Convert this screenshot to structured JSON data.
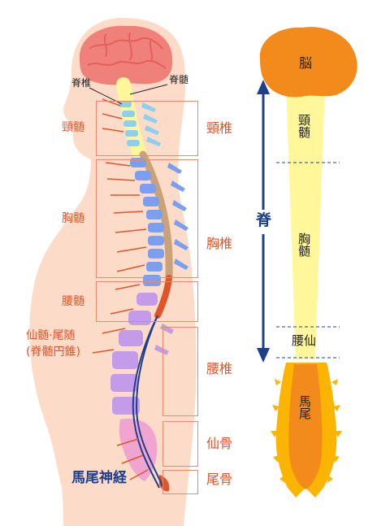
{
  "labels": {
    "spine_column": "脊椎",
    "spinal_cord": "脊髄",
    "cervical_cord": "頸髄",
    "thoracic_cord": "胸髄",
    "lumbar_cord": "腰髄",
    "sacral_coccygeal_cord": "仙髄·尾随",
    "sacral_note": "(脊髄円錐)",
    "cervical_vertebrae": "頸椎",
    "thoracic_vertebrae": "胸椎",
    "lumbar_vertebrae": "腰椎",
    "sacrum": "仙骨",
    "coccyx": "尾骨",
    "cauda_equina_nerve": "馬尾神経"
  },
  "schematic": {
    "brain": "脳",
    "cervical": "頸髄",
    "spinal": "脊",
    "thoracic": "胸髄",
    "lumbosacral": "腰仙",
    "cauda_equina": "馬尾"
  },
  "colors": {
    "skin": "#fcdcc8",
    "brain": "#f0807a",
    "cord": "#fff799",
    "cervical": "#8ecff0",
    "thoracic": "#7a9ef0",
    "lumbar": "#c49be8",
    "sacrum": "#f0a4d0",
    "label": "#e0542a",
    "arrow": "#1f3f8c",
    "schematic_brain": "#f28a1c",
    "schematic_cauda": "#fbb400"
  }
}
